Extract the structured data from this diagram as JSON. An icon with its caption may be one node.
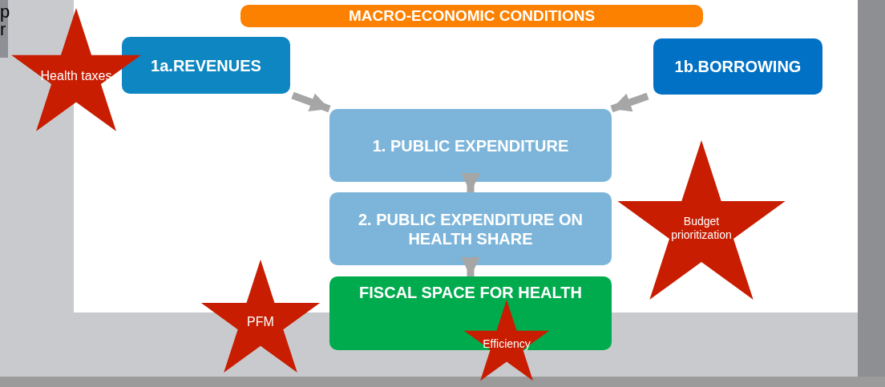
{
  "diagram": {
    "nodes": [
      {
        "text": [
          "MACRO-ECONOMIC CONDITIONS"
        ]
      },
      {
        "text": [
          "Health taxes"
        ]
      },
      {
        "text": [
          "1a.REVENUES"
        ]
      },
      {
        "text": [
          "1b.BORROWING"
        ]
      },
      {
        "text": [
          "1. PUBLIC EXPENDITURE"
        ]
      },
      {
        "text": [
          "2. PUBLIC EXPENDITURE ON HEALTH SHARE"
        ]
      },
      {
        "text": [
          "Budget prioritization"
        ]
      },
      {
        "text": [
          "FISCAL SPACE FOR HEALTH"
        ]
      },
      {
        "text": [
          "PFM"
        ]
      },
      {
        "text": [
          "Efficiency"
        ]
      }
    ],
    "edges": [
      {
        "from": 2,
        "to": 4,
        "arrow": "to"
      },
      {
        "from": 3,
        "to": 4,
        "arrow": "to"
      },
      {
        "from": 4,
        "to": 5,
        "arrow": "to"
      },
      {
        "from": 5,
        "to": 7,
        "arrow": "to"
      }
    ],
    "labels": [
      "p",
      "r"
    ]
  }
}
